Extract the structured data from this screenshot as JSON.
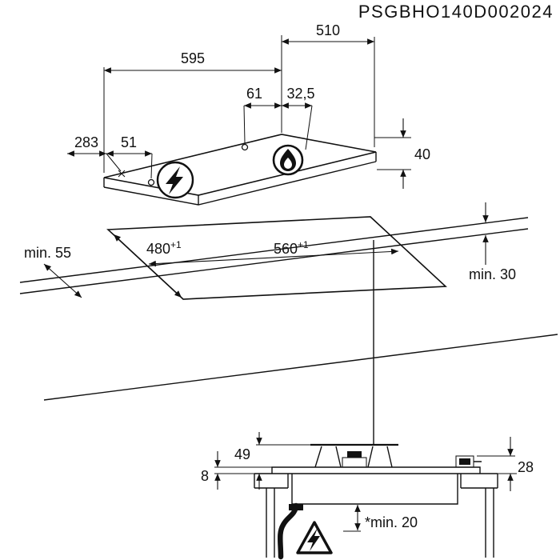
{
  "drawing_code": "PSGBHO140D002024",
  "colors": {
    "line": "#111111",
    "background": "#ffffff"
  },
  "hob_view": {
    "width": "595",
    "depth": "510",
    "burner_offset_right": "61",
    "burner_offset_edge": "32,5",
    "ignition_offset": "283",
    "ignition_offset_inner": "51",
    "built_in_height": "40",
    "ignition_icon": "lightning-circle-icon",
    "burner_icon": "flame-circle-icon"
  },
  "cutout_view": {
    "depth": {
      "value": "480",
      "tolerance": "+1"
    },
    "width": {
      "value": "560",
      "tolerance": "+1"
    },
    "min_front": "min. 55",
    "min_rear": "min. 30"
  },
  "section_view": {
    "height_above": "49",
    "profile_height": "8",
    "connection_height": "28",
    "min_clearance": "*min. 20",
    "hazard_icon": "warning-triangle-lightning-icon"
  }
}
